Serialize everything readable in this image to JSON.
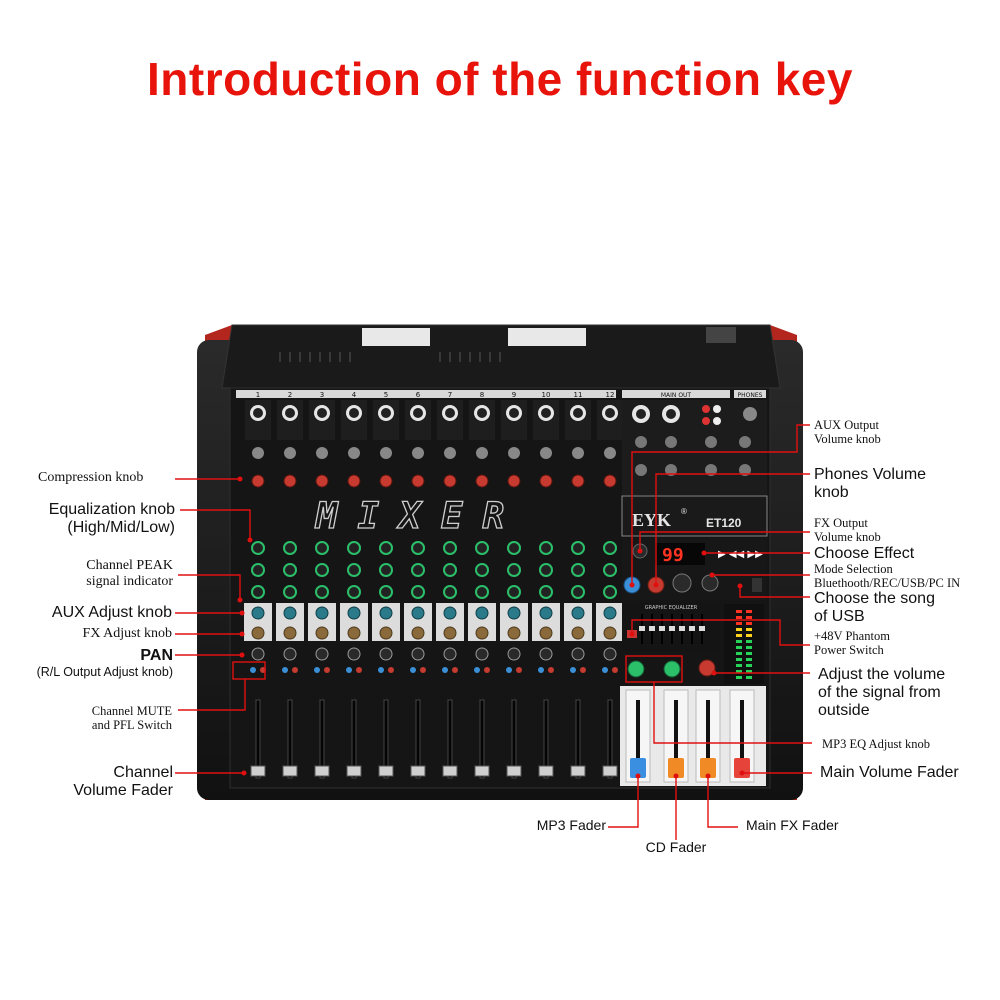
{
  "title": "Introduction of the function key",
  "brand": {
    "name": "EYK",
    "reg": "®",
    "model": "ET120",
    "mixer_text": "MIXER",
    "display": "99",
    "main_out_label": "MAIN OUT",
    "phones_label": "PHONES",
    "eq_label": "GRAPHIC EQUALIZER"
  },
  "channels": [
    "1",
    "2",
    "3",
    "4",
    "5",
    "6",
    "7",
    "8",
    "9",
    "10",
    "11",
    "12"
  ],
  "labels": {
    "compression": "Compression knob",
    "equalization_1": "Equalization knob",
    "equalization_2": "(High/Mid/Low)",
    "peak_1": "Channel PEAK",
    "peak_2": "signal indicator",
    "aux_adjust": "AUX Adjust knob",
    "fx_adjust": "FX Adjust knob",
    "pan_1": "PAN",
    "pan_2": "(R/L Output Adjust knob)",
    "mute_1": "Channel MUTE",
    "mute_2": "and PFL Switch",
    "fader_1": "Channel",
    "fader_2": "Volume Fader",
    "aux_out_1": "AUX Output",
    "aux_out_2": "Volume knob",
    "phones_1": "Phones Volume",
    "phones_2": "knob",
    "fx_out_1": "FX Output",
    "fx_out_2": "Volume knob",
    "choose_effect": "Choose Effect",
    "mode_1": "Mode Selection",
    "mode_2": "Bluethooth/REC/USB/PC IN",
    "song_1": "Choose the song",
    "song_2": "of USB",
    "phantom_1": "+48V Phantom",
    "phantom_2": "Power Switch",
    "adjust_1": "Adjust the volume",
    "adjust_2": "of the signal from",
    "adjust_3": "outside",
    "mp3eq": "MP3 EQ Adjust  knob",
    "main_fader": "Main Volume Fader",
    "mp3_fader": "MP3 Fader",
    "cd_fader": "CD Fader",
    "main_fx_fader": "Main FX Fader"
  },
  "colors": {
    "title": "#e8140c",
    "leader": "#e01010",
    "body": "#1b1b1b",
    "red_trim": "#b3261e",
    "knob_green": "#2bbf6a",
    "knob_red": "#c63a2f",
    "knob_blue": "#3a8fd6",
    "fader_blue": "#3a8fe0",
    "fader_orange": "#f08a24",
    "fader_red": "#e6433a"
  }
}
